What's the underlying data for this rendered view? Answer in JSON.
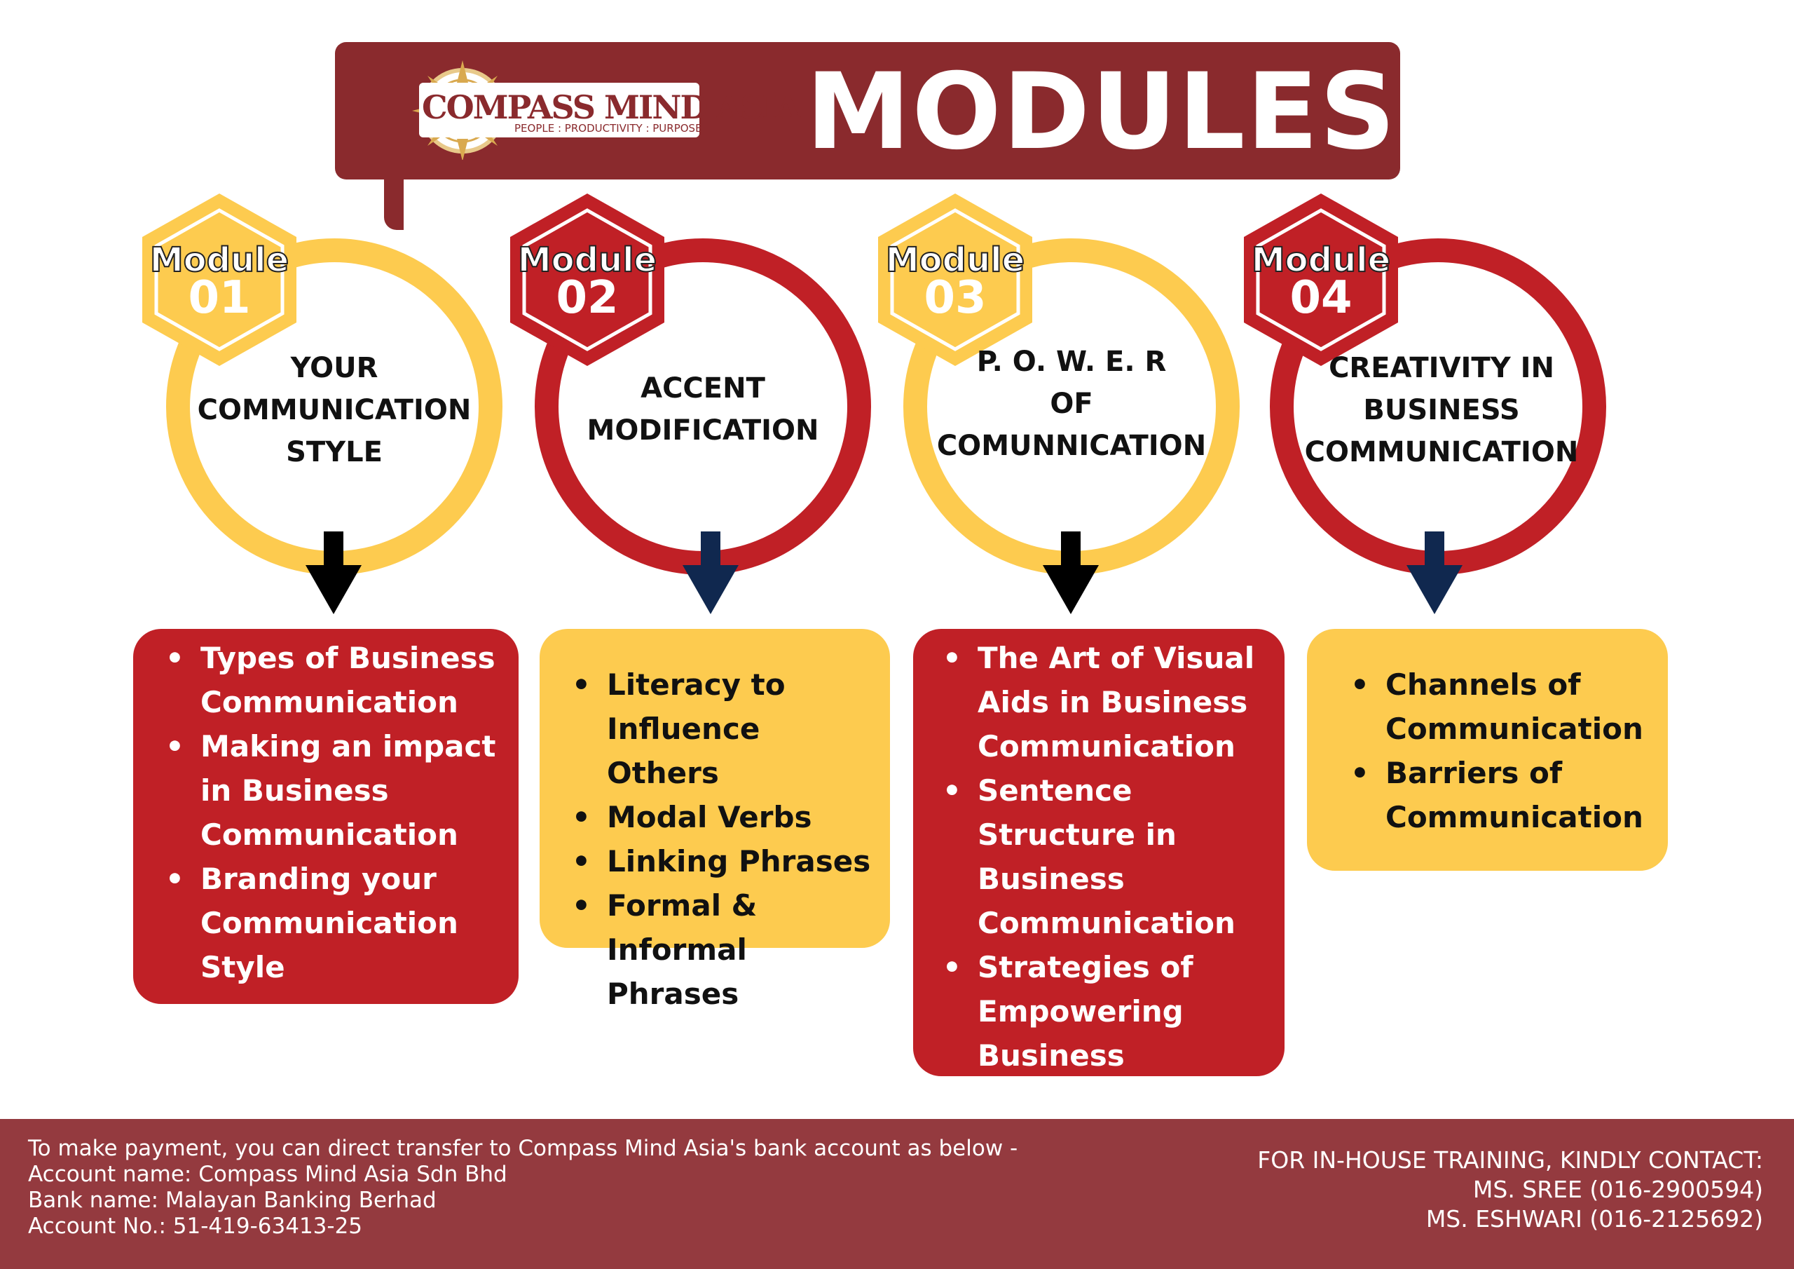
{
  "header": {
    "title": "MODULES",
    "brand": "COMPASS MIND ASIA",
    "tagline": "PEOPLE : PRODUCTIVITY : PURPOSE"
  },
  "modules": [
    {
      "label": "Module",
      "number": "01",
      "title_lines": [
        "YOUR",
        "COMMUNICATION",
        "STYLE"
      ],
      "items": [
        "Types of Business Communication",
        "Making an impact in Business Communication",
        "Branding your Communication Style"
      ]
    },
    {
      "label": "Module",
      "number": "02",
      "title_lines": [
        "ACCENT",
        "MODIFICATION"
      ],
      "items": [
        "Literacy to Influence Others",
        "Modal Verbs",
        "Linking Phrases",
        "Formal & Informal Phrases"
      ]
    },
    {
      "label": "Module",
      "number": "03",
      "title_lines": [
        "P. O. W. E. R",
        "OF",
        "COMUNNICATION"
      ],
      "items": [
        "The Art of Visual Aids in Business Communication",
        "Sentence Structure in Business Communication",
        "Strategies of Empowering Business Communication"
      ]
    },
    {
      "label": "Module",
      "number": "04",
      "title_lines": [
        "CREATIVITY IN",
        "BUSINESS",
        "COMMUNICATION"
      ],
      "items": [
        "Channels of Communication",
        "Barriers of Communication"
      ]
    }
  ],
  "footer": {
    "payment_lines": [
      "To make payment, you can direct transfer to Compass Mind Asia's bank account as below -",
      "Account name: Compass Mind Asia Sdn Bhd",
      "Bank name: Malayan Banking Berhad",
      "Account No.: 51-419-63413-25"
    ],
    "contact_lines": [
      "FOR IN-HOUSE TRAINING, KINDLY CONTACT:",
      "MS. SREE (016-2900594)",
      "MS. ESHWARI (016-2125692)"
    ]
  },
  "colors": {
    "maroon": "#8A2A2D",
    "red": "#C02026",
    "yellow": "#FDCB4F",
    "footer": "#943A3F",
    "navy": "#10284F"
  }
}
